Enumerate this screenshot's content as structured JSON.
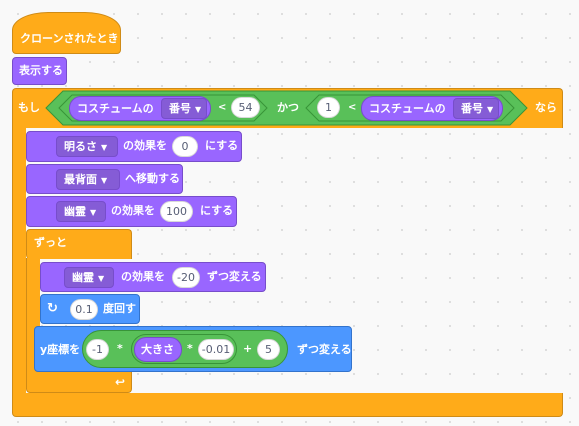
{
  "scripts": {
    "hat": "クローンされたとき",
    "show": "表示する",
    "if_block": {
      "if_label": "もし",
      "then_label": "なら",
      "and_label": "かつ",
      "cond1": {
        "reporter_label": "コスチュームの",
        "reporter_option": "番号",
        "operator": "<",
        "value": "54"
      },
      "cond2": {
        "value": "1",
        "operator": "<",
        "reporter_label": "コスチュームの",
        "reporter_option": "番号"
      }
    },
    "set_brightness": {
      "effect": "明るさ",
      "label": "の効果を",
      "value": "0",
      "suffix": "にする"
    },
    "go_back": {
      "option": "最背面",
      "label": "へ移動する"
    },
    "set_ghost": {
      "effect": "幽霊",
      "label": "の効果を",
      "value": "100",
      "suffix": "にする"
    },
    "forever": {
      "label": "ずっと",
      "change_ghost": {
        "effect": "幽霊",
        "label": "の効果を",
        "value": "-20",
        "suffix": "ずつ変える"
      },
      "turn": {
        "value": "0.1",
        "label": "度回す"
      },
      "change_y": {
        "label": "y座標を",
        "value1": "-1",
        "op1": "*",
        "reporter": "大きさ",
        "op2": "*",
        "value2": "-0.01",
        "op3": "+",
        "value3": "5",
        "suffix": "ずつ変える"
      }
    }
  },
  "colors": {
    "events": "#FFAB19",
    "looks": "#9966FF",
    "motion": "#4C97FF",
    "operators": "#59C059",
    "control": "#FFAB19"
  }
}
